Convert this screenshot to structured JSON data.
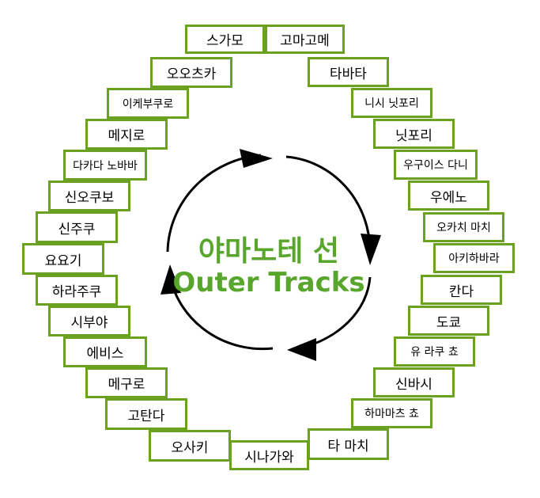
{
  "title": {
    "line1": "야마노테 선",
    "line2": "Outer Tracks"
  },
  "colors": {
    "accent": "#6aa121",
    "title": "#59a62d",
    "arrow": "#000000"
  },
  "stations": [
    "스가모",
    "고마고메",
    "타바타",
    "니시 닛포리",
    "닛포리",
    "우구이스 다니",
    "우에노",
    "오카치 마치",
    "아키하바라",
    "칸다",
    "도쿄",
    "유 라쿠 쵸",
    "신바시",
    "하마마츠 쵸",
    "타 마치",
    "시나가와",
    "오사키",
    "고탄다",
    "메구로",
    "에비스",
    "시부야",
    "하라주쿠",
    "요요기",
    "신주쿠",
    "신오쿠보",
    "다카다 노바바",
    "메지로",
    "이케부쿠로",
    "오오츠카"
  ],
  "direction": "clockwise"
}
